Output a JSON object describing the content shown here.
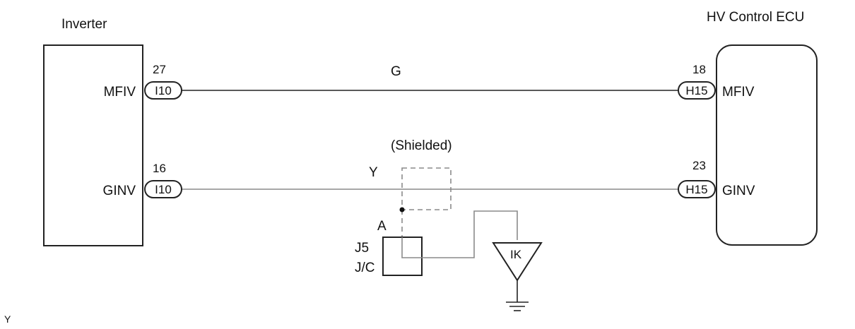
{
  "components": {
    "inverter": {
      "label": "Inverter"
    },
    "ecu": {
      "label": "HV Control ECU"
    }
  },
  "wires": [
    {
      "color_code": "G",
      "left_pin": "27",
      "left_connector": "I10",
      "left_terminal": "MFIV",
      "right_pin": "18",
      "right_connector": "H15",
      "right_terminal": "MFIV"
    },
    {
      "color_code": "Y",
      "left_pin": "16",
      "left_connector": "I10",
      "left_terminal": "GINV",
      "right_pin": "23",
      "right_connector": "H15",
      "right_terminal": "GINV"
    }
  ],
  "shield": {
    "label": "(Shielded)"
  },
  "junction": {
    "pin": "A",
    "name": "J5",
    "type": "J/C"
  },
  "ground": {
    "code": "IK"
  },
  "footer_note": "Y"
}
